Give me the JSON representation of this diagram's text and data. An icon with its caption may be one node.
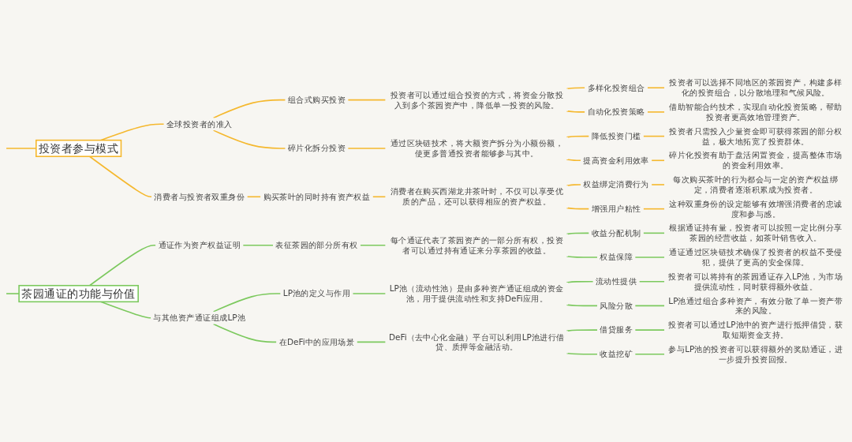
{
  "diagram": {
    "nodes": [
      {
        "text": [
          "投资者参与模式"
        ]
      },
      {
        "text": [
          "全球投资者的准入"
        ]
      },
      {
        "text": [
          "组合式购买投资"
        ]
      },
      {
        "text": [
          "投资者可以通过组合投资的方式，将资金分散投入到多个茶园资产中，降低单一投资的风险。"
        ]
      },
      {
        "text": [
          "多样化投资组合"
        ]
      },
      {
        "text": [
          "投资者可以选择不同地区的茶园资产，构建多样化的投资组合，以分散地理和气候风险。"
        ]
      },
      {
        "text": [
          "自动化投资策略"
        ]
      },
      {
        "text": [
          "借助智能合约技术，实现自动化投资策略，帮助投资者更高效地管理资产。"
        ]
      },
      {
        "text": [
          "碎片化拆分投资"
        ]
      },
      {
        "text": [
          "通过区块链技术，将大额资产拆分为小额份额，使更多普通投资者能够参与其中。"
        ]
      },
      {
        "text": [
          "降低投资门槛"
        ]
      },
      {
        "text": [
          "投资者只需投入少量资金即可获得茶园的部分权益，极大地拓宽了投资群体。"
        ]
      },
      {
        "text": [
          "提高资金利用效率"
        ]
      },
      {
        "text": [
          "碎片化投资有助于盘活闲置资金，提高整体市场的资金利用效率。"
        ]
      },
      {
        "text": [
          "消费者与投资者双重身份"
        ]
      },
      {
        "text": [
          "购买茶叶的同时持有资产权益"
        ]
      },
      {
        "text": [
          "消费者在购买西湖龙井茶叶时，不仅可以享受优质的产品，还可以获得相应的资产权益。"
        ]
      },
      {
        "text": [
          "权益绑定消费行为"
        ]
      },
      {
        "text": [
          "每次购买茶叶的行为都会与一定的资产权益绑定，消费者逐渐积累成为投资者。"
        ]
      },
      {
        "text": [
          "增强用户粘性"
        ]
      },
      {
        "text": [
          "这种双重身份的设定能够有效增强消费者的忠诚度和参与感。"
        ]
      },
      {
        "text": [
          "茶园通证的功能与价值"
        ]
      },
      {
        "text": [
          "通证作为资产权益证明"
        ]
      },
      {
        "text": [
          "表征茶园的部分所有权"
        ]
      },
      {
        "text": [
          "每个通证代表了茶园资产的一部分所有权，投资者可以通过持有通证来分享茶园的收益。"
        ]
      },
      {
        "text": [
          "收益分配机制"
        ]
      },
      {
        "text": [
          "根据通证持有量，投资者可以按照一定比例分享茶园的经营收益，如茶叶销售收入。"
        ]
      },
      {
        "text": [
          "权益保障"
        ]
      },
      {
        "text": [
          "通证通过区块链技术确保了投资者的权益不受侵犯，提供了更高的安全保障。"
        ]
      },
      {
        "text": [
          "与其他资产通证组成LP池"
        ]
      },
      {
        "text": [
          "LP池的定义与作用"
        ]
      },
      {
        "text": [
          "LP池（流动性池）是由多种资产通证组成的资金池，用于提供流动性和支持DeFi应用。"
        ]
      },
      {
        "text": [
          "流动性提供"
        ]
      },
      {
        "text": [
          "投资者可以将持有的茶园通证存入LP池，为市场提供流动性，同时获得额外收益。"
        ]
      },
      {
        "text": [
          "风险分散"
        ]
      },
      {
        "text": [
          "LP池通过组合多种资产，有效分散了单一资产带来的风险。"
        ]
      },
      {
        "text": [
          "在DeFi中的应用场景"
        ]
      },
      {
        "text": [
          "DeFi（去中心化金融）平台可以利用LP池进行借贷、质押等金融活动。"
        ]
      },
      {
        "text": [
          "借贷服务"
        ]
      },
      {
        "text": [
          "投资者可以通过LP池中的资产进行抵押借贷，获取短期资金支持。"
        ]
      },
      {
        "text": [
          "收益挖矿"
        ]
      },
      {
        "text": [
          "参与LP池的投资者可以获得额外的奖励通证，进一步提升投资回报。"
        ]
      }
    ],
    "edges": [
      {
        "from": null,
        "to": 0,
        "arrow": "none",
        "color": "#f5b82e"
      },
      {
        "from": 0,
        "to": 1,
        "arrow": "none",
        "color": "#f5b82e"
      },
      {
        "from": 1,
        "to": 2,
        "arrow": "none",
        "color": "#f5b82e"
      },
      {
        "from": 2,
        "to": 3,
        "arrow": "none",
        "color": "#f5b82e"
      },
      {
        "from": 3,
        "to": 4,
        "arrow": "none",
        "color": "#f5b82e"
      },
      {
        "from": 4,
        "to": 5,
        "arrow": "none",
        "color": "#f5b82e"
      },
      {
        "from": 3,
        "to": 6,
        "arrow": "none",
        "color": "#f5b82e"
      },
      {
        "from": 6,
        "to": 7,
        "arrow": "none",
        "color": "#f5b82e"
      },
      {
        "from": 1,
        "to": 8,
        "arrow": "none",
        "color": "#f5b82e"
      },
      {
        "from": 8,
        "to": 9,
        "arrow": "none",
        "color": "#f5b82e"
      },
      {
        "from": 9,
        "to": 10,
        "arrow": "none",
        "color": "#f5b82e"
      },
      {
        "from": 10,
        "to": 11,
        "arrow": "none",
        "color": "#f5b82e"
      },
      {
        "from": 9,
        "to": 12,
        "arrow": "none",
        "color": "#f5b82e"
      },
      {
        "from": 12,
        "to": 13,
        "arrow": "none",
        "color": "#f5b82e"
      },
      {
        "from": 0,
        "to": 14,
        "arrow": "none",
        "color": "#f5b82e"
      },
      {
        "from": 14,
        "to": 15,
        "arrow": "none",
        "color": "#f5b82e"
      },
      {
        "from": 15,
        "to": 16,
        "arrow": "none",
        "color": "#f5b82e"
      },
      {
        "from": 16,
        "to": 17,
        "arrow": "none",
        "color": "#f5b82e"
      },
      {
        "from": 17,
        "to": 18,
        "arrow": "none",
        "color": "#f5b82e"
      },
      {
        "from": 16,
        "to": 19,
        "arrow": "none",
        "color": "#f5b82e"
      },
      {
        "from": 19,
        "to": 20,
        "arrow": "none",
        "color": "#f5b82e"
      },
      {
        "from": null,
        "to": 21,
        "arrow": "none",
        "color": "#7cc95e"
      },
      {
        "from": 21,
        "to": 22,
        "arrow": "none",
        "color": "#7cc95e"
      },
      {
        "from": 22,
        "to": 23,
        "arrow": "none",
        "color": "#7cc95e"
      },
      {
        "from": 23,
        "to": 24,
        "arrow": "none",
        "color": "#7cc95e"
      },
      {
        "from": 24,
        "to": 25,
        "arrow": "none",
        "color": "#7cc95e"
      },
      {
        "from": 25,
        "to": 26,
        "arrow": "none",
        "color": "#7cc95e"
      },
      {
        "from": 24,
        "to": 27,
        "arrow": "none",
        "color": "#7cc95e"
      },
      {
        "from": 27,
        "to": 28,
        "arrow": "none",
        "color": "#7cc95e"
      },
      {
        "from": 21,
        "to": 29,
        "arrow": "none",
        "color": "#7cc95e"
      },
      {
        "from": 29,
        "to": 30,
        "arrow": "none",
        "color": "#7cc95e"
      },
      {
        "from": 30,
        "to": 31,
        "arrow": "none",
        "color": "#7cc95e"
      },
      {
        "from": 31,
        "to": 32,
        "arrow": "none",
        "color": "#7cc95e"
      },
      {
        "from": 32,
        "to": 33,
        "arrow": "none",
        "color": "#7cc95e"
      },
      {
        "from": 31,
        "to": 34,
        "arrow": "none",
        "color": "#7cc95e"
      },
      {
        "from": 34,
        "to": 35,
        "arrow": "none",
        "color": "#7cc95e"
      },
      {
        "from": 29,
        "to": 36,
        "arrow": "none",
        "color": "#7cc95e"
      },
      {
        "from": 36,
        "to": 37,
        "arrow": "none",
        "color": "#7cc95e"
      },
      {
        "from": 37,
        "to": 38,
        "arrow": "none",
        "color": "#7cc95e"
      },
      {
        "from": 38,
        "to": 39,
        "arrow": "none",
        "color": "#7cc95e"
      },
      {
        "from": 37,
        "to": 40,
        "arrow": "none",
        "color": "#7cc95e"
      },
      {
        "from": 40,
        "to": 41,
        "arrow": "none",
        "color": "#7cc95e"
      }
    ]
  }
}
